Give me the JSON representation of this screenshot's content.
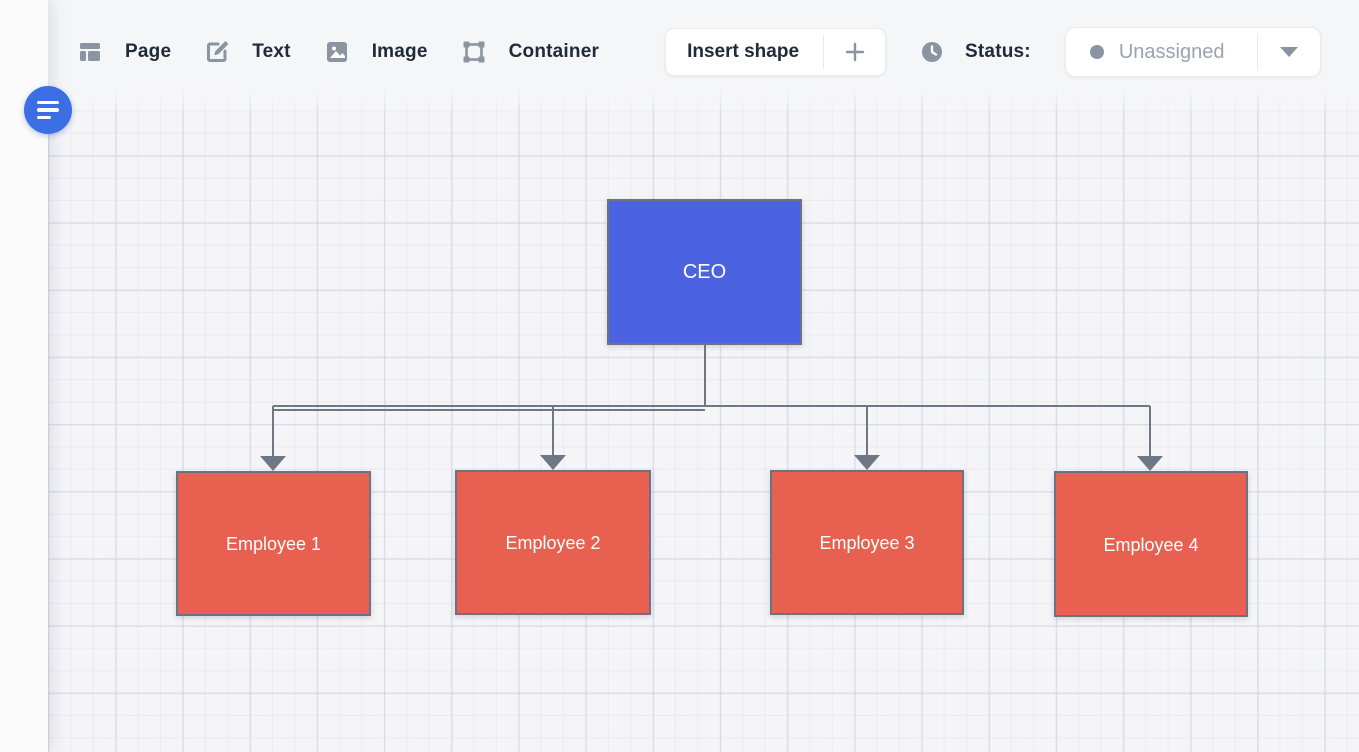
{
  "toolbar": {
    "tools": [
      {
        "label": "Page",
        "icon": "page-layout-icon"
      },
      {
        "label": "Text",
        "icon": "text-edit-icon"
      },
      {
        "label": "Image",
        "icon": "image-icon"
      },
      {
        "label": "Container",
        "icon": "container-frame-icon"
      }
    ],
    "insert_shape_label": "Insert shape",
    "insert_shape_plus": "+",
    "status_label": "Status:",
    "status_value": "Unassigned"
  },
  "menu_button": {
    "icon": "hamburger-menu-icon"
  },
  "colors": {
    "accent_blue": "#3c6fe4",
    "node_blue": "#4b63e1",
    "node_red": "#e86050",
    "node_border": "#6b7280",
    "connector_gray": "#6d7884",
    "toolbar_text": "#212a3b",
    "muted_text": "#9aa3b1",
    "canvas_bg": "#f5f5f8"
  },
  "diagram": {
    "nodes": [
      {
        "id": "ceo",
        "label": "CEO",
        "fill": "#4b63e1"
      },
      {
        "id": "e1",
        "label": "Employee 1",
        "fill": "#e86050"
      },
      {
        "id": "e2",
        "label": "Employee 2",
        "fill": "#e86050"
      },
      {
        "id": "e3",
        "label": "Employee 3",
        "fill": "#e86050"
      },
      {
        "id": "e4",
        "label": "Employee 4",
        "fill": "#e86050"
      }
    ],
    "edges": [
      {
        "from": "ceo",
        "to": "e1"
      },
      {
        "from": "ceo",
        "to": "e2"
      },
      {
        "from": "ceo",
        "to": "e3"
      },
      {
        "from": "ceo",
        "to": "e4"
      }
    ]
  }
}
